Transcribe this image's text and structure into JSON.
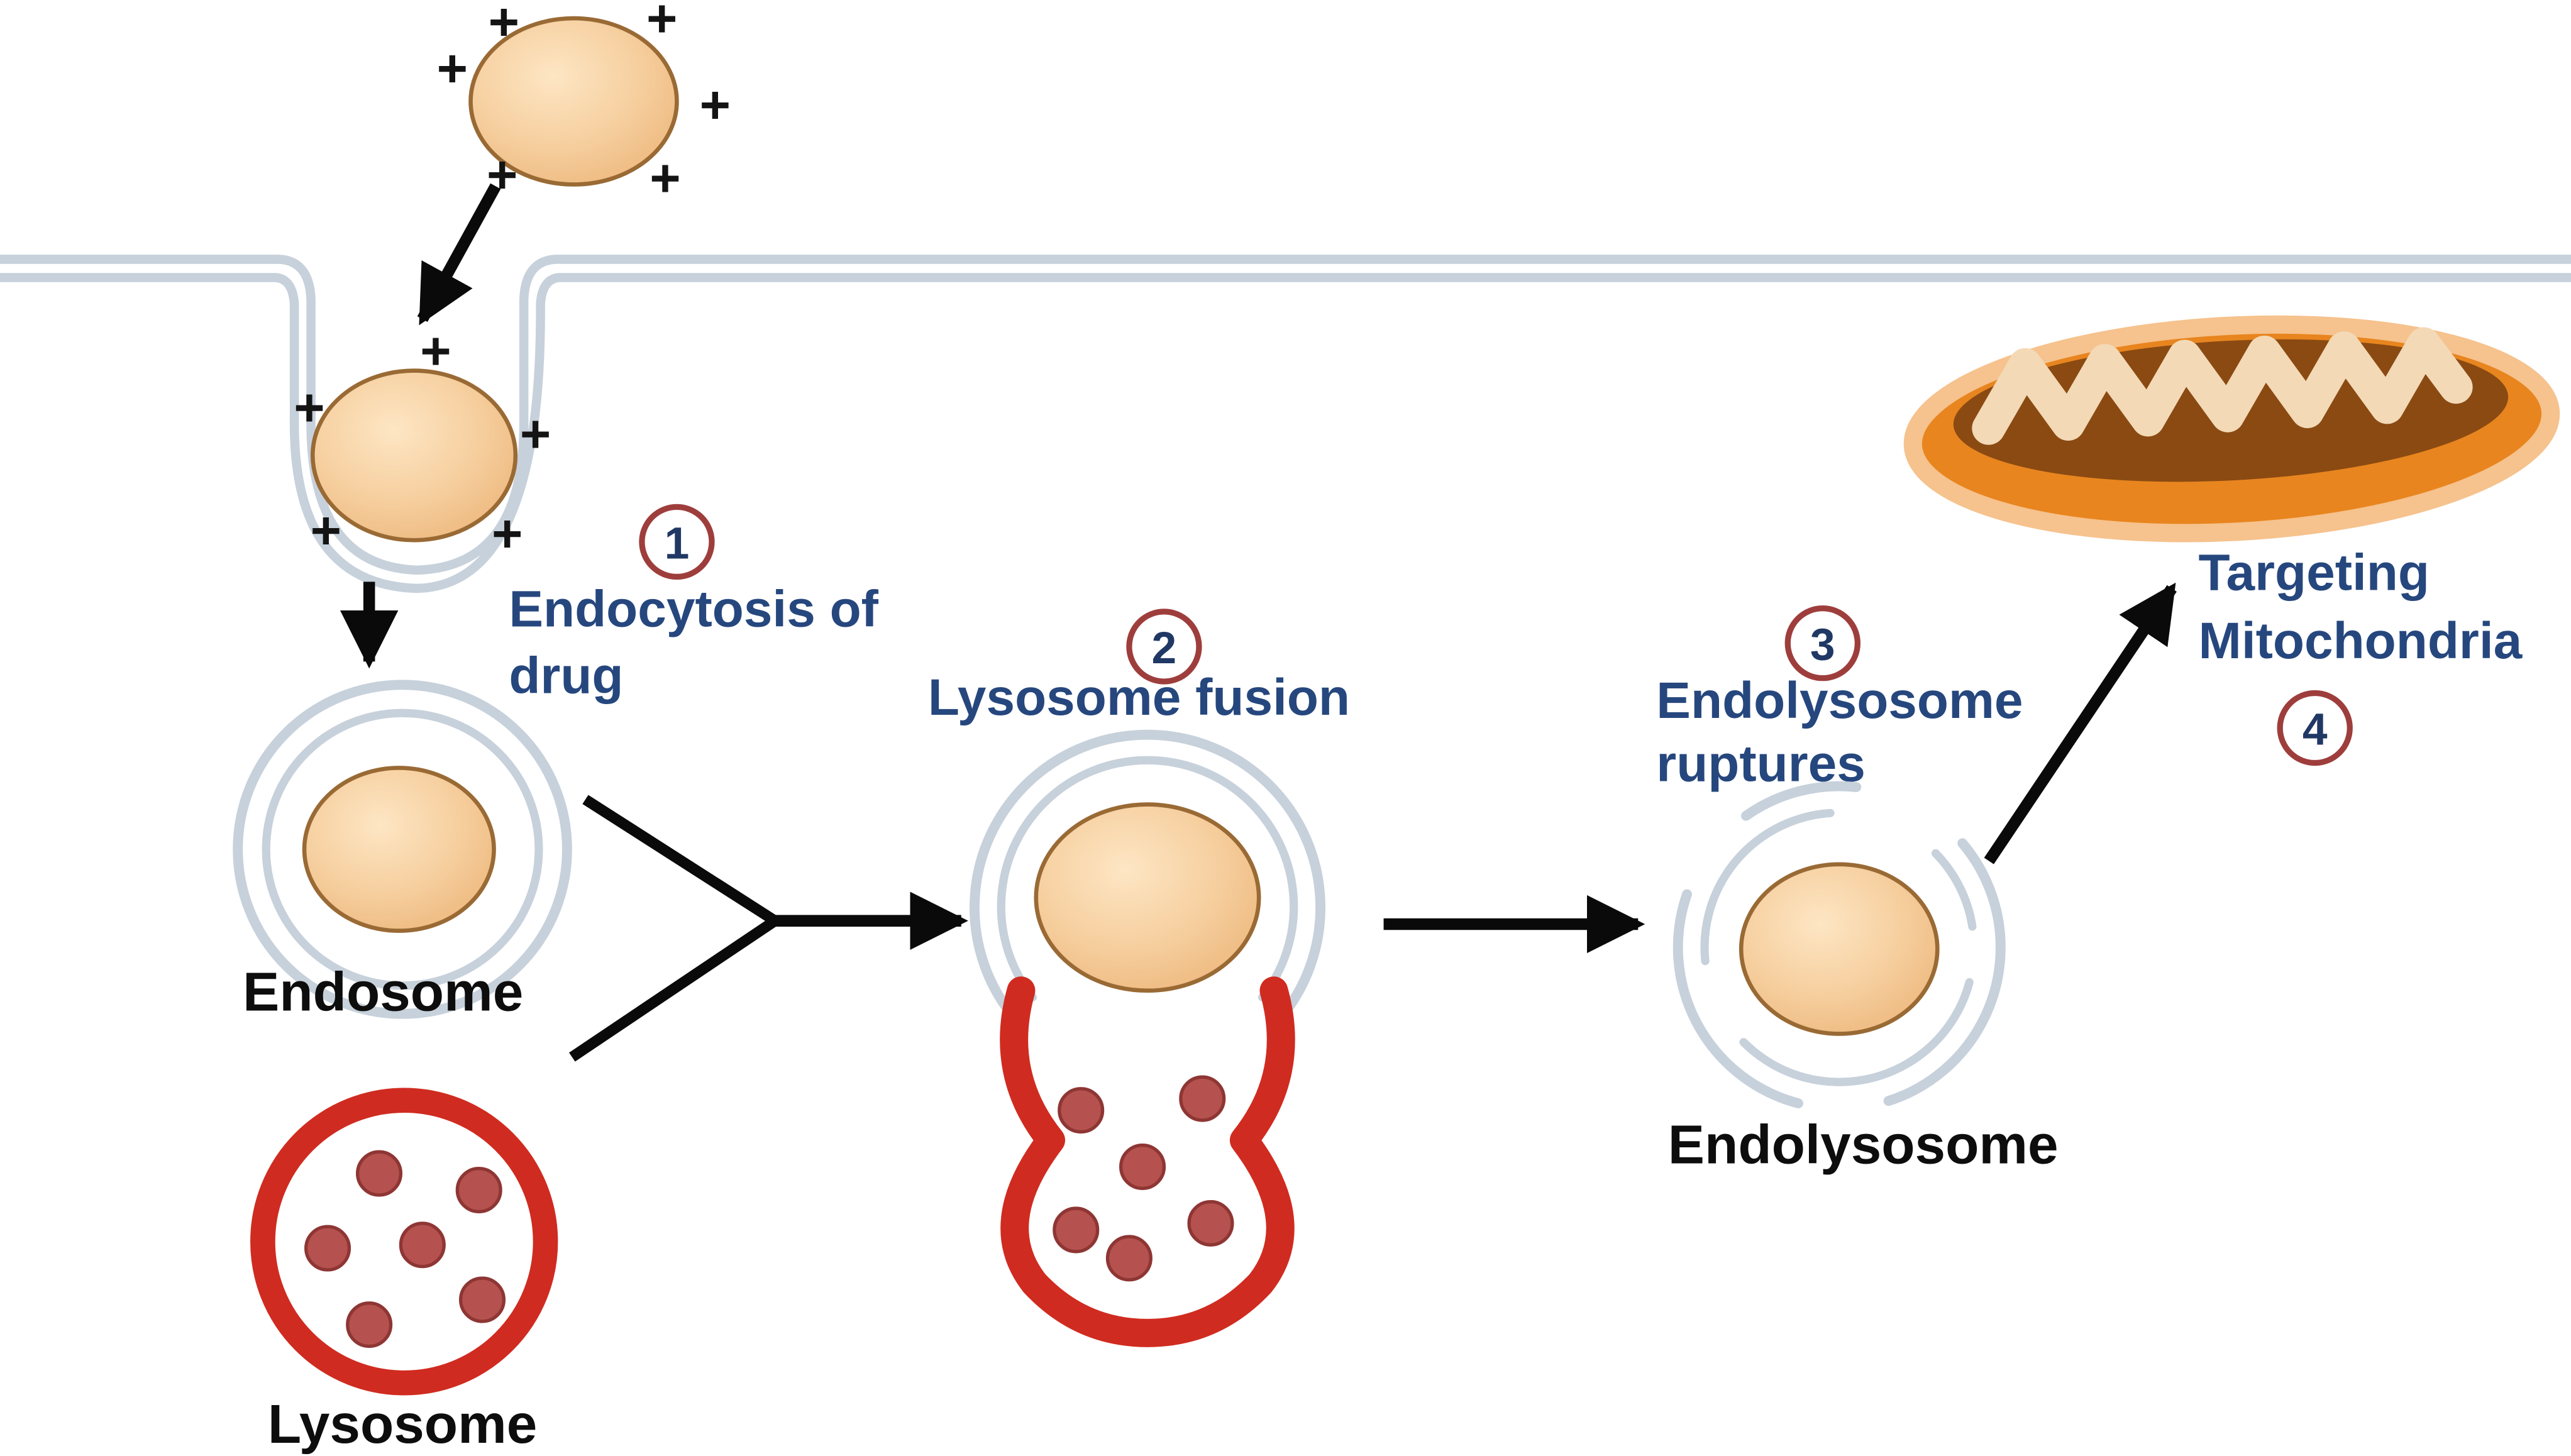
{
  "diagram": {
    "plus": "+",
    "steps": {
      "s1": {
        "number": "1",
        "line1": "Endocytosis of",
        "line2": "drug"
      },
      "s2": {
        "number": "2",
        "line1": "Lysosome fusion"
      },
      "s3": {
        "number": "3",
        "line1": "Endolysosome",
        "line2": "ruptures"
      },
      "s4": {
        "number": "4",
        "line1": "Targeting",
        "line2": "Mitochondria"
      }
    },
    "labels": {
      "endosome": "Endosome",
      "lysosome": "Lysosome",
      "endolysosome": "Endolysosome"
    },
    "colors": {
      "membrane": "#c7d1db",
      "particle_fill": "#f6cf9f",
      "particle_edge": "#9a6a35",
      "lysosome_red": "#d02b20",
      "dot_fill": "#b5514e",
      "dot_edge": "#8e3634",
      "step_circle_ring": "#9e3e3c",
      "step_number_text": "#203864",
      "label_blue": "#26477e",
      "label_black": "#0d0d0d",
      "arrow_black": "#0a0a0a",
      "mito_outer": "#e8851f",
      "mito_glow": "#f6c28d",
      "mito_inner": "#8a4a12",
      "mito_cristae": "#f3d9b6"
    }
  }
}
